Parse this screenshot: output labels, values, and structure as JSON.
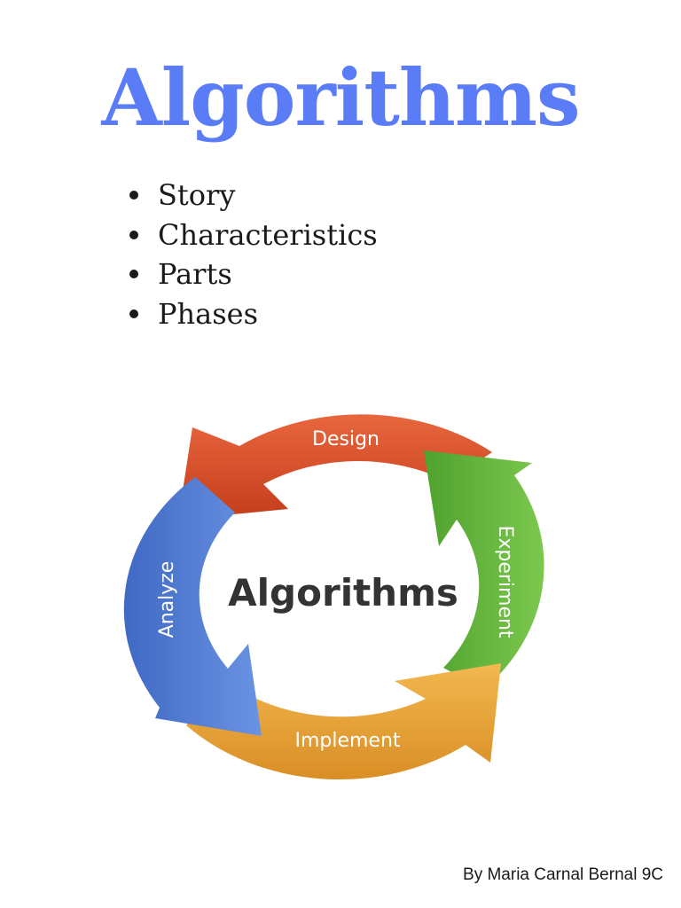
{
  "title": "Algorithms",
  "colors": {
    "title": "#5b7cf7",
    "design": "#d94f2a",
    "experiment": "#5fb43a",
    "implement": "#e9a43a",
    "analyze": "#4f7bd6"
  },
  "topics": [
    "Story",
    "Characteristics",
    "Parts",
    "Phases"
  ],
  "cycle": {
    "center": "Algorithms",
    "stages": {
      "design": "Design",
      "experiment": "Experiment",
      "implement": "Implement",
      "analyze": "Analyze"
    }
  },
  "byline": "By Maria Carnal Bernal 9C"
}
